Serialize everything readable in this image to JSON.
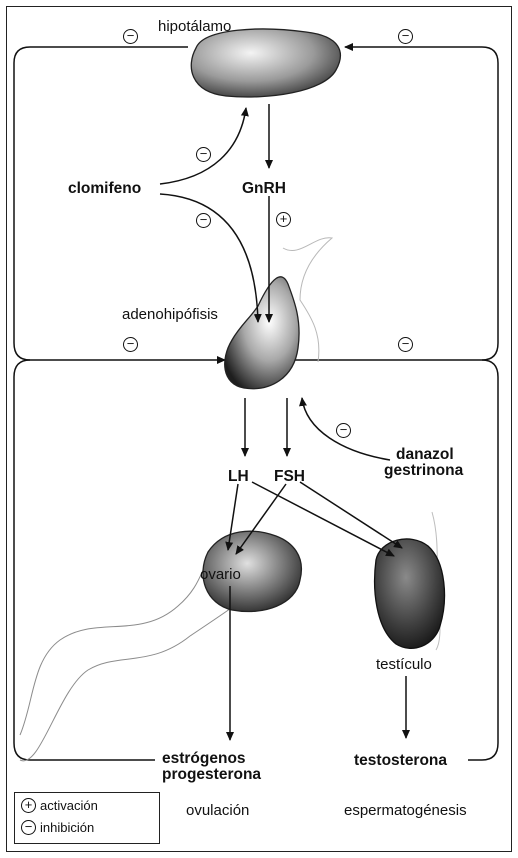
{
  "signs": {
    "plus": "+",
    "minus": "−"
  },
  "labels": {
    "hipotalamo": "hipotálamo",
    "clomifeno": "clomifeno",
    "gnrh": "GnRH",
    "adenohipofisis": "adenohipófisis",
    "danazol": "danazol",
    "gestrinona": "gestrinona",
    "lh": "LH",
    "fsh": "FSH",
    "ovario": "ovario",
    "testiculo": "testículo",
    "estrogenos": "estrógenos",
    "progesterona": "progesterona",
    "testosterona": "testosterona",
    "ovulacion": "ovulación",
    "espermatogenesis": "espermatogénesis"
  },
  "legend": {
    "activation": "activación",
    "inhibition": "inhibición"
  }
}
